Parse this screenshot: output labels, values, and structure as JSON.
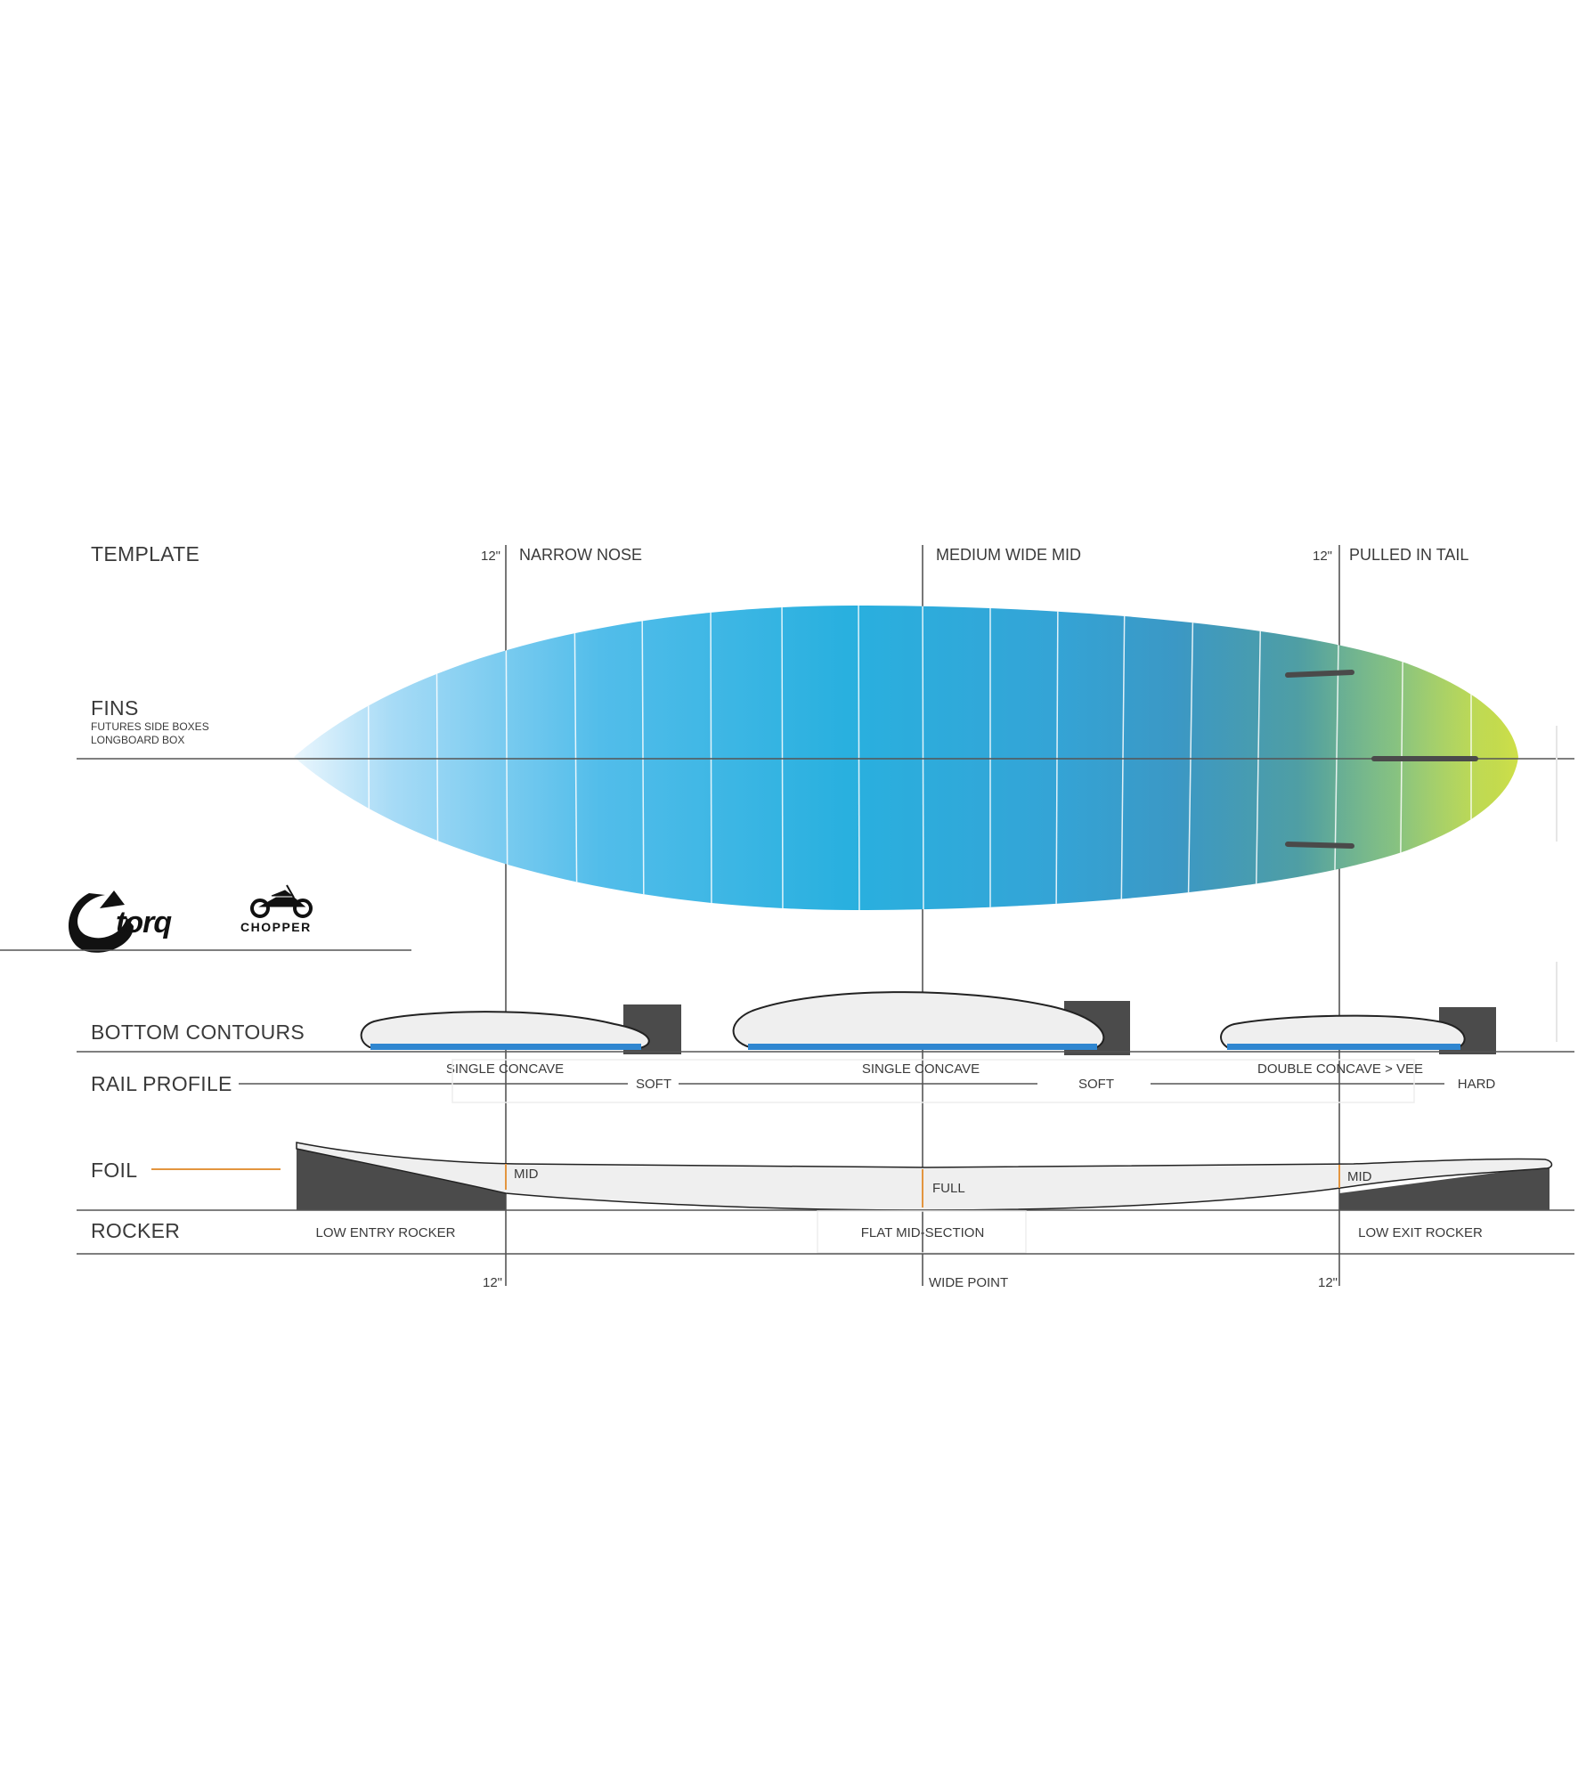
{
  "sections": {
    "template": "TEMPLATE",
    "fins": "FINS",
    "fins_sub_1": "FUTURES SIDE BOXES",
    "fins_sub_2": "LONGBOARD BOX",
    "bottom_contours": "BOTTOM  CONTOURS",
    "rail_profile": "RAIL PROFILE",
    "foil": "FOIL",
    "rocker": "ROCKER"
  },
  "template": {
    "nose_marker": "12\"",
    "nose_label": "NARROW NOSE",
    "mid_label": "MEDIUM WIDE MID",
    "tail_marker": "12\"",
    "tail_label": "PULLED IN TAIL"
  },
  "bottom_contours": {
    "nose": "SINGLE CONCAVE",
    "mid": "SINGLE CONCAVE",
    "tail": "DOUBLE CONCAVE > VEE"
  },
  "rail_profile": {
    "nose": "SOFT",
    "mid": "SOFT",
    "tail": "HARD"
  },
  "foil": {
    "nose": "MID",
    "mid": "FULL",
    "tail": "MID"
  },
  "rocker": {
    "nose": "LOW ENTRY ROCKER",
    "mid": "FLAT MID-SECTION",
    "tail": "LOW EXIT ROCKER"
  },
  "bottom_markers": {
    "nose": "12\"",
    "mid": "WIDE POINT",
    "tail": "12\""
  },
  "logos": {
    "brand": "torq",
    "model": "CHOPPER"
  },
  "colors": {
    "board_nose": "#dff0fb",
    "board_mid": "#29b0df",
    "board_tail_teal": "#4fa3a6",
    "board_tail_yellow": "#e9f23a",
    "contour_blue": "#2f86d0",
    "orange_marker": "#e3953f",
    "dark_block": "#4b4b4b"
  }
}
